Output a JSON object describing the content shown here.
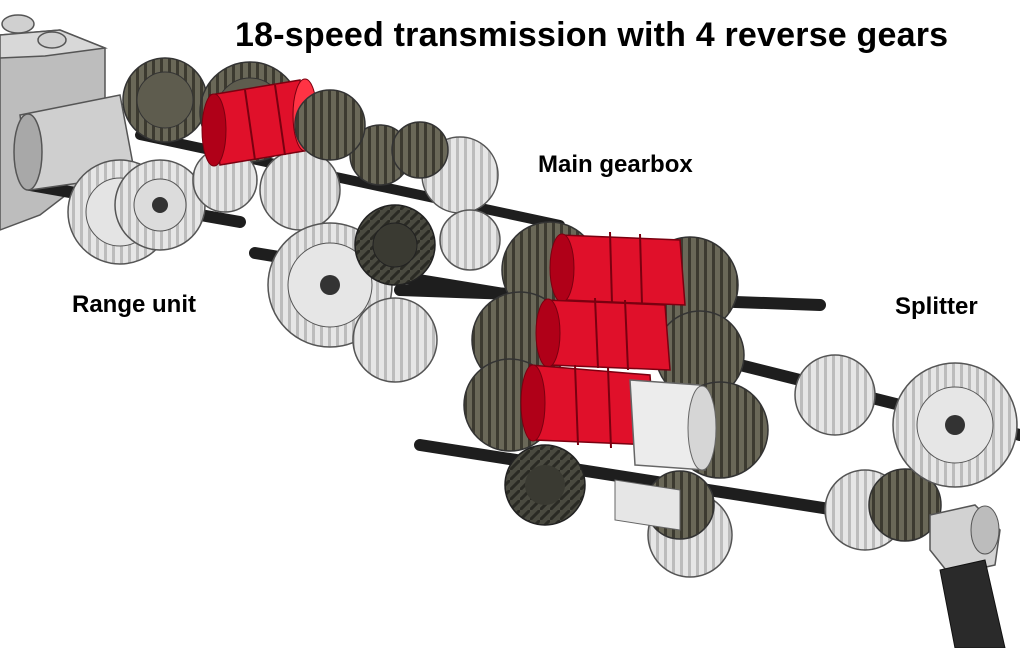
{
  "title": "18-speed transmission with 4 reverse gears",
  "labels": {
    "main_gearbox": "Main gearbox",
    "range_unit": "Range unit",
    "splitter": "Splitter"
  },
  "colors": {
    "background": "#ffffff",
    "shifter_red": "#e0102a",
    "dark_gear": "#5c5a4c",
    "light_gear": "#e4e4e4",
    "axle": "#2a2a2a",
    "housing": "#bdbdbd"
  }
}
